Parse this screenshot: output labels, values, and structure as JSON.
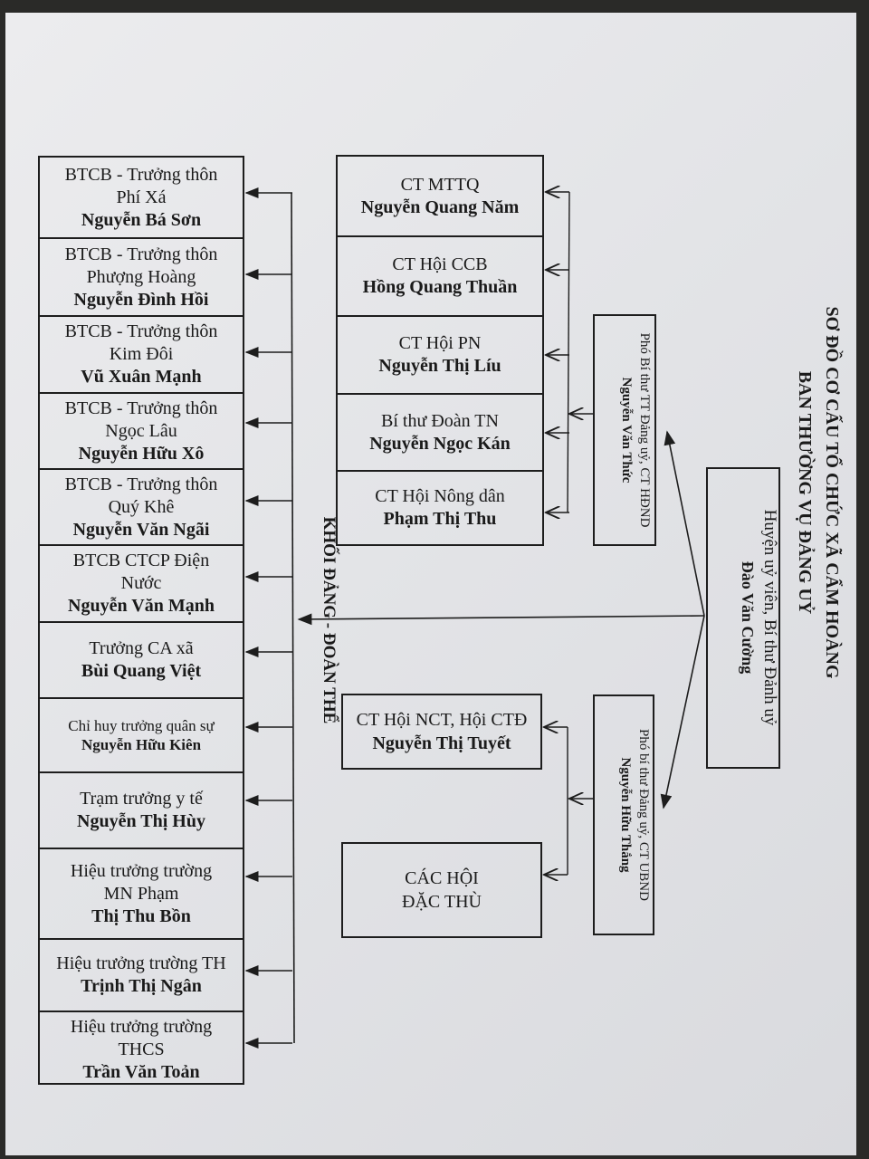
{
  "title": {
    "line1": "SƠ ĐỒ CƠ CẤU TỔ CHỨC XÃ CẨM HOÀNG",
    "line2": "BAN THƯỜNG VỤ ĐẢNG UỶ"
  },
  "secretary": {
    "role": "Huyện uỷ viên, Bí thư Đảnh uỷ",
    "name": "Đào Văn Cường"
  },
  "deputy_hdnd": {
    "role": "Phó Bí thư TT Đảng uỷ, CT HĐND",
    "name": "Nguyễn Văn Thức"
  },
  "deputy_ubnd": {
    "role": "Phó bí thư Đảng uỷ, CT UBND",
    "name": "Nguyễn Hữu Thắng"
  },
  "section_label": "KHỐI ĐẢNG - ĐOÀN THỂ",
  "mass_orgs": [
    {
      "role": "CT MTTQ",
      "name": "Nguyễn Quang Năm"
    },
    {
      "role": "CT Hội CCB",
      "name": "Hồng Quang Thuần"
    },
    {
      "role": "CT Hội PN",
      "name": "Nguyễn Thị Líu"
    },
    {
      "role": "Bí thư Đoàn TN",
      "name": "Nguyễn Ngọc Kán"
    },
    {
      "role": "CT Hội Nông dân",
      "name": "Phạm Thị Thu"
    }
  ],
  "elderly_assoc": {
    "role": "CT Hội NCT, Hội CTĐ",
    "name": "Nguyễn Thị Tuyết"
  },
  "special_assoc": {
    "line1": "CÁC HỘI",
    "line2": "ĐẶC THÙ"
  },
  "units": [
    {
      "role1": "BTCB - Trưởng thôn",
      "role2": "Phí Xá",
      "name": "Nguyễn Bá Sơn"
    },
    {
      "role1": "BTCB - Trưởng thôn",
      "role2": "Phượng Hoàng",
      "name": "Nguyễn Đình Hồi"
    },
    {
      "role1": "BTCB - Trưởng thôn",
      "role2": "Kim Đôi",
      "name": "Vũ Xuân Mạnh"
    },
    {
      "role1": "BTCB - Trưởng thôn",
      "role2": "Ngọc Lâu",
      "name": "Nguyễn Hữu Xô"
    },
    {
      "role1": "BTCB - Trưởng thôn",
      "role2": "Quý Khê",
      "name": "Nguyễn Văn Ngãi"
    },
    {
      "role1": "BTCB CTCP Điện",
      "role2": "Nước",
      "name": "Nguyễn Văn Mạnh"
    },
    {
      "role1": "Trưởng CA xã",
      "role2": "",
      "name": "Bùi Quang Việt"
    },
    {
      "role1": "Chỉ huy trưởng quân sự",
      "role2": "",
      "name": "Nguyễn Hữu Kiên"
    },
    {
      "role1": "Trạm trưởng y tế",
      "role2": "",
      "name": "Nguyễn Thị Hùy"
    },
    {
      "role1": "Hiệu trưởng trường",
      "role2": "MN Phạm",
      "name": "Thị Thu Bồn"
    },
    {
      "role1": "Hiệu trưởng trường TH",
      "role2": "",
      "name": "Trịnh Thị Ngân"
    },
    {
      "role1": "Hiệu trưởng trường",
      "role2": "THCS",
      "name": "Trần Văn Toản"
    }
  ]
}
